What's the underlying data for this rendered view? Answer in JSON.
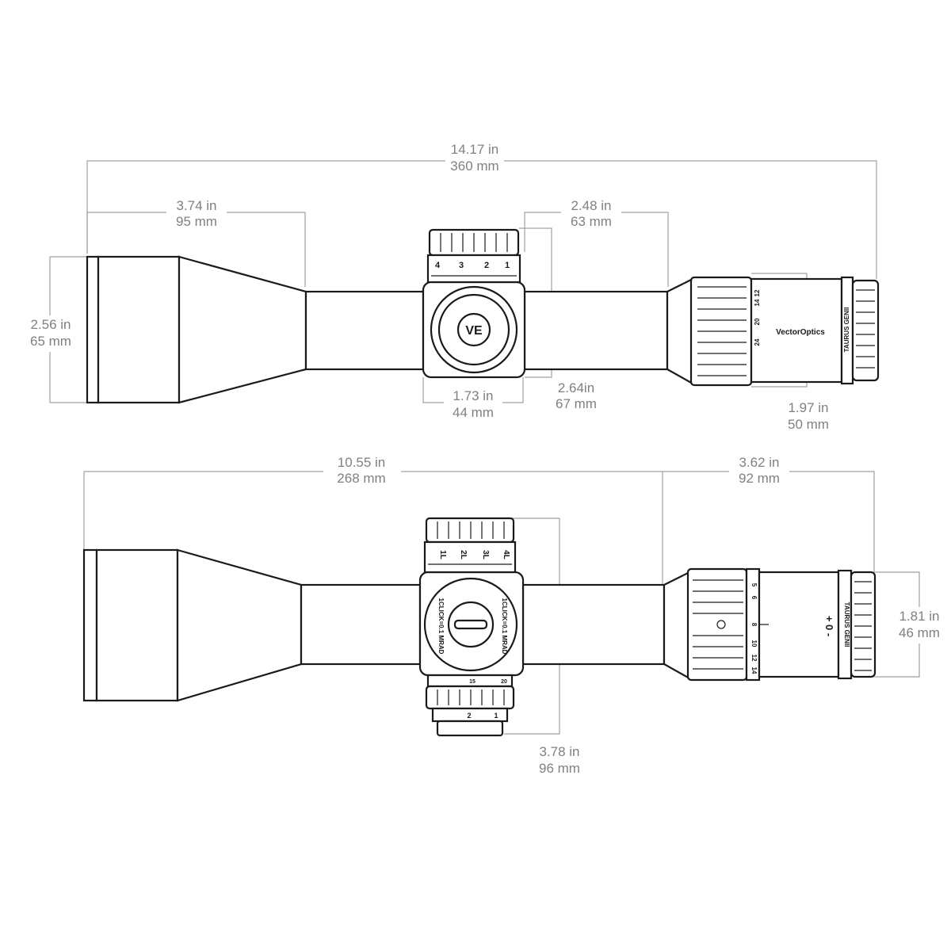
{
  "top_view": {
    "overall_length": {
      "in": "14.17 in",
      "mm": "360 mm"
    },
    "objective_bell_length": {
      "in": "3.74 in",
      "mm": "95 mm"
    },
    "eyepiece_tube_length": {
      "in": "2.48 in",
      "mm": "63 mm"
    },
    "objective_diameter": {
      "in": "2.56 in",
      "mm": "65 mm"
    },
    "turret_base_width": {
      "in": "1.73 in",
      "mm": "44 mm"
    },
    "turret_height": {
      "in": "2.64in",
      "mm": "67 mm"
    },
    "eyepiece_length": {
      "in": "1.97 in",
      "mm": "50 mm"
    },
    "turret_numbers": [
      "4",
      "3",
      "2",
      "1"
    ],
    "magnification_marks": [
      "12",
      "14",
      "20",
      "24"
    ],
    "brand_label": "VectorOptics",
    "model_label": "TAURUS GENII"
  },
  "bottom_view": {
    "tube_length": {
      "in": "10.55 in",
      "mm": "268 mm"
    },
    "eyepiece_total_length": {
      "in": "3.62 in",
      "mm": "92 mm"
    },
    "total_height": {
      "in": "3.78 in",
      "mm": "96 mm"
    },
    "eyepiece_diameter": {
      "in": "1.81 in",
      "mm": "46 mm"
    },
    "elevation_labels": [
      "1L",
      "2L",
      "3L",
      "4L"
    ],
    "windage_left_label": "1CLICK=0.1 MRAD",
    "windage_right_label": "1CLICK=0.1 MRAD",
    "side_focus_marks": [
      "15",
      "20"
    ],
    "illumination_numbers": [
      "2",
      "1"
    ],
    "magnification_marks": [
      "5",
      "6",
      "8",
      "10",
      "12",
      "14"
    ],
    "diopter_label": "+ 0 -",
    "model_label": "TAURUS GENII"
  }
}
